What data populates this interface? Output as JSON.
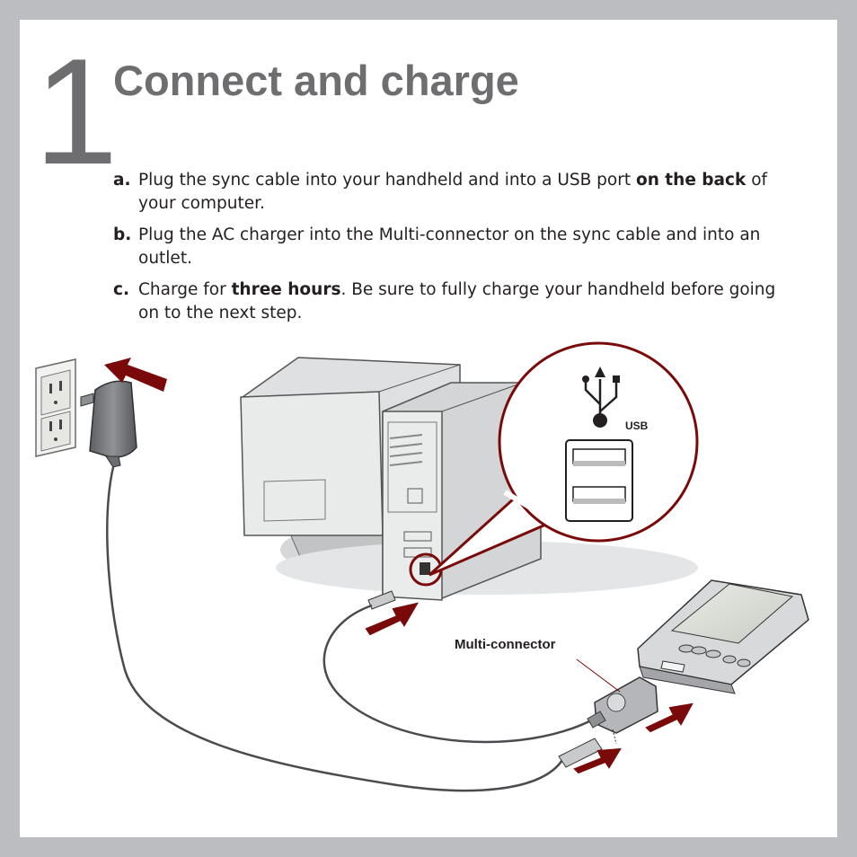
{
  "step": {
    "number": "1",
    "title": "Connect and charge"
  },
  "instructions": [
    {
      "label": "a.",
      "before": "Plug the sync cable into your handheld and into a USB port ",
      "bold": "on the back",
      "after": " of your computer."
    },
    {
      "label": "b.",
      "before": "Plug the AC charger into the Multi-connector on the sync cable and into an outlet.",
      "bold": "",
      "after": ""
    },
    {
      "label": "c.",
      "before": "Charge for ",
      "bold": "three hours",
      "after": ". Be sure to fully charge your handheld before going on to the next step."
    }
  ],
  "illustration": {
    "usb_label": "USB",
    "multi_connector_label": "Multi-connector"
  },
  "colors": {
    "background": "#bcbdc0",
    "page": "#ffffff",
    "title_gray": "#6e6e70",
    "text": "#231f20",
    "accent_maroon": "#7a0a0a"
  }
}
